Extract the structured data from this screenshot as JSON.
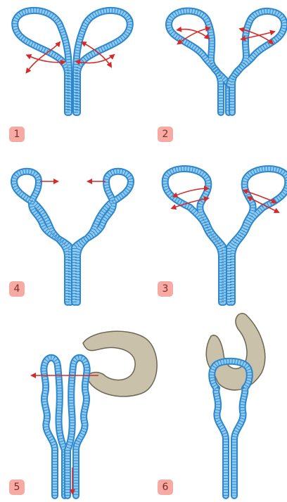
{
  "steps": [
    {
      "number": "1"
    },
    {
      "number": "2"
    },
    {
      "number": "3"
    },
    {
      "number": "4"
    },
    {
      "number": "5"
    },
    {
      "number": "6"
    }
  ],
  "colors": {
    "rope_fill": "#8ec9ef",
    "rope_stroke": "#2c87cc",
    "arrow": "#d42a2a",
    "hook_fill": "#c9c1aa",
    "hook_stroke": "#6b6553",
    "badge_fill": "#f7a9a4",
    "badge_text": "#7d2a26"
  }
}
